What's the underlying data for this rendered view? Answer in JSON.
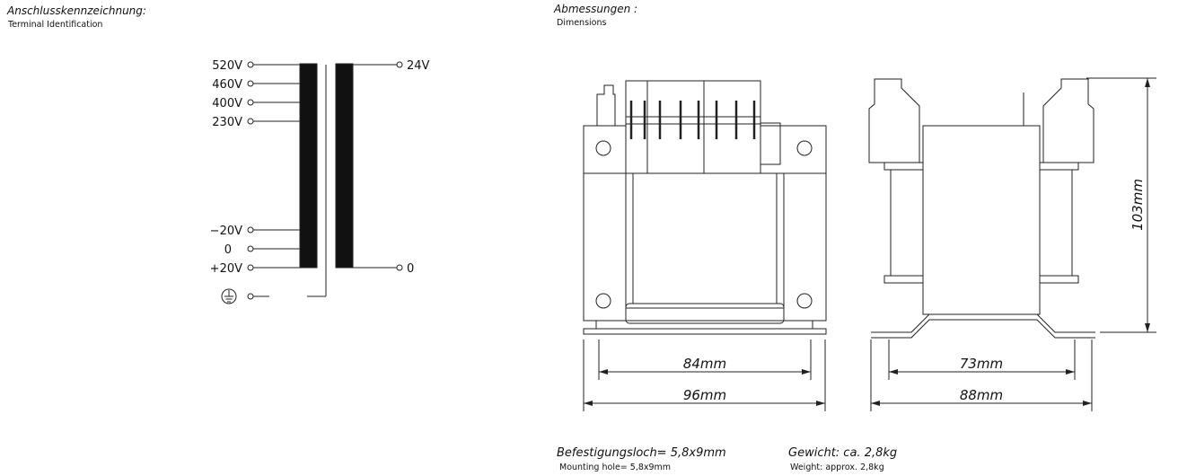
{
  "terminal": {
    "title": "Anschlusskennzeichnung:",
    "subtitle": "Terminal Identification",
    "primary": [
      "520V",
      "460V",
      "400V",
      "230V",
      "−20V",
      "0",
      "+20V"
    ],
    "secondary": [
      "24V",
      "0"
    ],
    "earth_icon": "ground-symbol-icon"
  },
  "dimensions": {
    "title": "Abmessungen :",
    "subtitle": "Dimensions",
    "front_inner": "84mm",
    "front_outer": "96mm",
    "side_inner": "73mm",
    "side_outer": "88mm",
    "height": "103mm"
  },
  "mounting": {
    "label": "Befestigungsloch= 5,8x9mm",
    "label_en": "Mounting  hole= 5,8x9mm"
  },
  "weight": {
    "label": "Gewicht: ca. 2,8kg",
    "label_en": "Weight:  approx. 2,8kg"
  }
}
